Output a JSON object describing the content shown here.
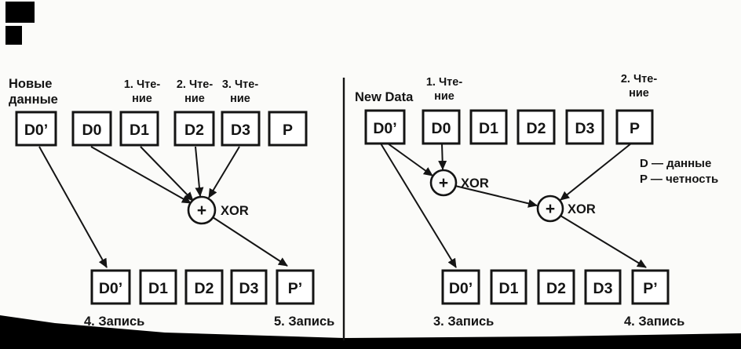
{
  "page": {
    "background": "#fbfbf9",
    "ink": "#141414",
    "artifact_color": "#000000"
  },
  "left_panel": {
    "new_data_label_line1": "Новые",
    "new_data_label_line2": "данные",
    "read_steps": [
      {
        "line1": "1. Чте-",
        "line2": "ние"
      },
      {
        "line1": "2. Чте-",
        "line2": "ние"
      },
      {
        "line1": "3. Чте-",
        "line2": "ние"
      }
    ],
    "top_disks": [
      "D0’",
      "D0",
      "D1",
      "D2",
      "D3",
      "P"
    ],
    "xor": {
      "plus": "+",
      "label": "XOR"
    },
    "bottom_disks": [
      "D0’",
      "D1",
      "D2",
      "D3",
      "P’"
    ],
    "write_steps": [
      "4. Запись",
      "5. Запись"
    ]
  },
  "right_panel": {
    "new_data_label": "New Data",
    "read_steps": [
      {
        "line1": "1. Чте-",
        "line2": "ние"
      },
      {
        "line1": "2. Чте-",
        "line2": "ние"
      }
    ],
    "top_disks": [
      "D0’",
      "D0",
      "D1",
      "D2",
      "D3",
      "P"
    ],
    "xor1": {
      "plus": "+",
      "label": "XOR"
    },
    "xor2": {
      "plus": "+",
      "label": "XOR"
    },
    "legend_line1": "D — данные",
    "legend_line2": "P — четность",
    "bottom_disks": [
      "D0’",
      "D1",
      "D2",
      "D3",
      "P’"
    ],
    "write_steps": [
      "3. Запись",
      "4. Запись"
    ]
  }
}
